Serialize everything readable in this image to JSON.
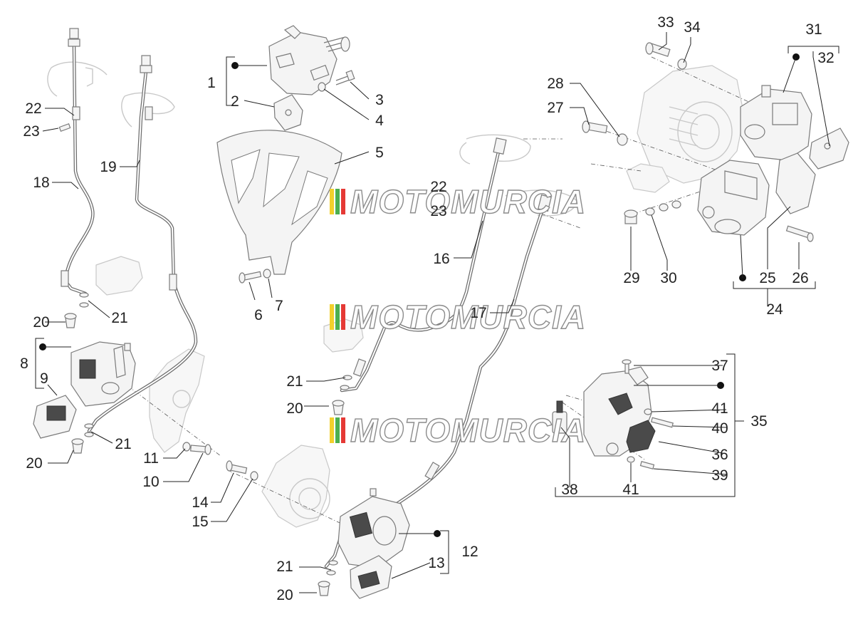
{
  "diagram": {
    "callouts": [
      "1",
      "2",
      "3",
      "4",
      "5",
      "6",
      "7",
      "8",
      "9",
      "10",
      "11",
      "12",
      "13",
      "14",
      "15",
      "16",
      "17",
      "18",
      "19",
      "20",
      "21",
      "22",
      "23",
      "24",
      "25",
      "26",
      "27",
      "28",
      "29",
      "30",
      "31",
      "32",
      "33",
      "34",
      "35",
      "36",
      "37",
      "38",
      "39",
      "40",
      "41"
    ],
    "extra_labels": {
      "l20a": "20",
      "l20b": "20",
      "l20c": "20",
      "l20d": "20",
      "l21a": "21",
      "l21b": "21",
      "l21c": "21",
      "l21d": "21",
      "l22b": "22",
      "l23b": "23",
      "l41b": "41"
    },
    "watermark": "MOTOMURCIA",
    "colors": {
      "stripe_yellow": "#f2d02c",
      "stripe_green": "#4caf50",
      "stripe_red": "#e53935"
    }
  }
}
